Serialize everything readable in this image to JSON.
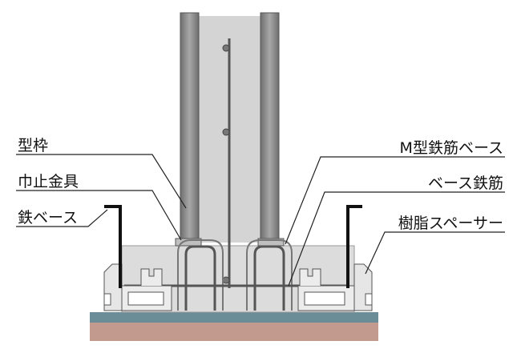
{
  "labels": {
    "formwork": "型枠",
    "width_stop_bracket": "巾止金具",
    "iron_base": "鉄ベース",
    "m_type_rebar_base": "M型鉄筋ベース",
    "base_rebar": "ベース鉄筋",
    "resin_spacer": "樹脂スペーサー"
  },
  "colors": {
    "formwork_board": "#8f8f8f",
    "concrete": "#d4d4d4",
    "concrete_base": "#dcdcdc",
    "ground_blue": "#6b8d97",
    "ground_earth": "#c29a8e",
    "rebar": "#555555",
    "leader_line": "#222222"
  }
}
